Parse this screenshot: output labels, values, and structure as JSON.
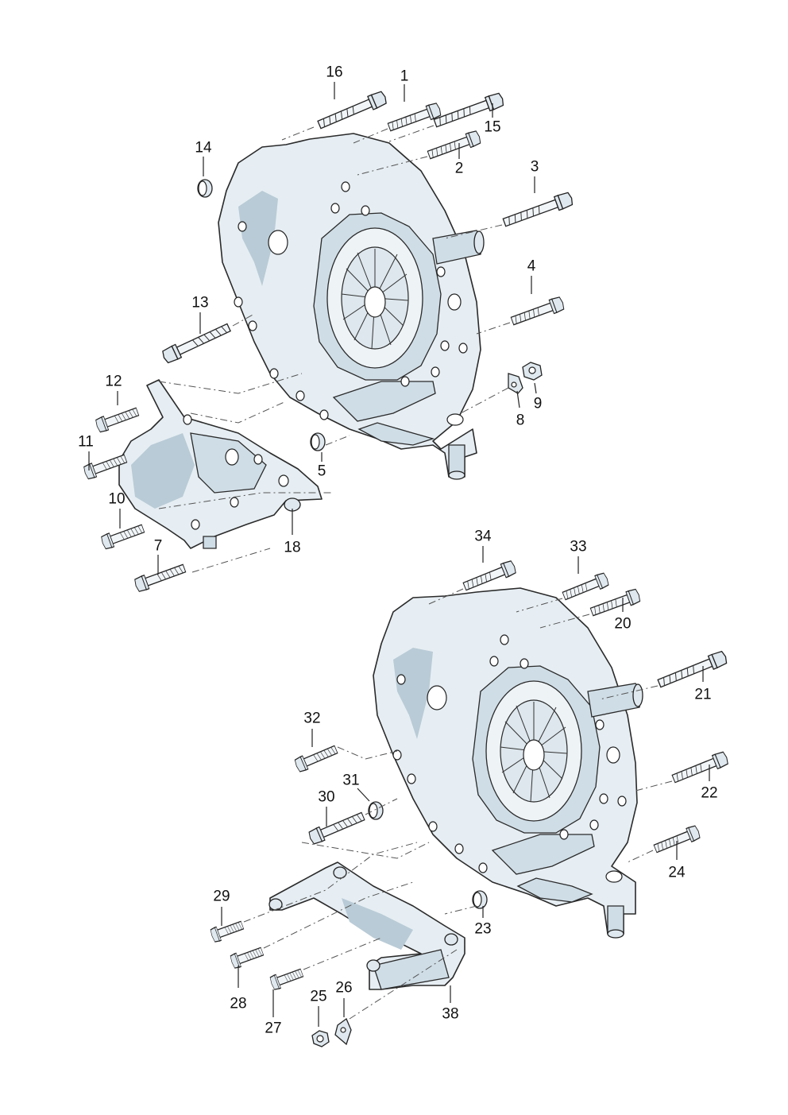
{
  "diagram": {
    "parts": [
      {
        "ref": "1"
      },
      {
        "ref": "2"
      },
      {
        "ref": "3"
      },
      {
        "ref": "4"
      },
      {
        "ref": "5"
      },
      {
        "ref": "7"
      },
      {
        "ref": "8"
      },
      {
        "ref": "9"
      },
      {
        "ref": "10"
      },
      {
        "ref": "11"
      },
      {
        "ref": "12"
      },
      {
        "ref": "13"
      },
      {
        "ref": "14"
      },
      {
        "ref": "15"
      },
      {
        "ref": "16"
      },
      {
        "ref": "18"
      },
      {
        "ref": "20"
      },
      {
        "ref": "21"
      },
      {
        "ref": "22"
      },
      {
        "ref": "23"
      },
      {
        "ref": "24"
      },
      {
        "ref": "25"
      },
      {
        "ref": "26"
      },
      {
        "ref": "27"
      },
      {
        "ref": "28"
      },
      {
        "ref": "29"
      },
      {
        "ref": "30"
      },
      {
        "ref": "31"
      },
      {
        "ref": "32"
      },
      {
        "ref": "33"
      },
      {
        "ref": "34"
      },
      {
        "ref": "38"
      }
    ]
  }
}
